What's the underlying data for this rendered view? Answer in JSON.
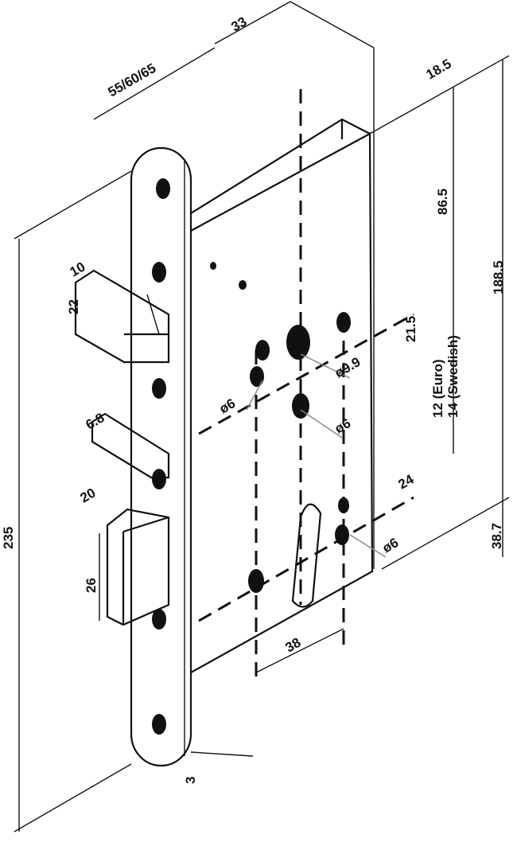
{
  "title": "Mortise lock dimension drawing",
  "dimensions": {
    "backset": "55/60/65",
    "depth_33": "33",
    "case_thickness": "18.5",
    "top_to_follower": "86.5",
    "case_height": "188.5",
    "follower_to_spindle": "21.5",
    "follower_sizes": "12 (Euro)",
    "follower_sizes_alt": "14 (Swedish)",
    "follower_hole": "ø9.9",
    "screw_hole_left": "ø6",
    "screw_hole_mid": "ø6",
    "screw_hole_low": "ø6",
    "cylinder_offset": "24",
    "faceplate_height": "235",
    "bottom_dim": "38.7",
    "latch_height": "22",
    "latch_projection": "10",
    "dead_latch": "6.8",
    "bolt_projection": "20",
    "bolt_height": "26",
    "cylinder_distance": "38",
    "faceplate_thickness": "3"
  }
}
